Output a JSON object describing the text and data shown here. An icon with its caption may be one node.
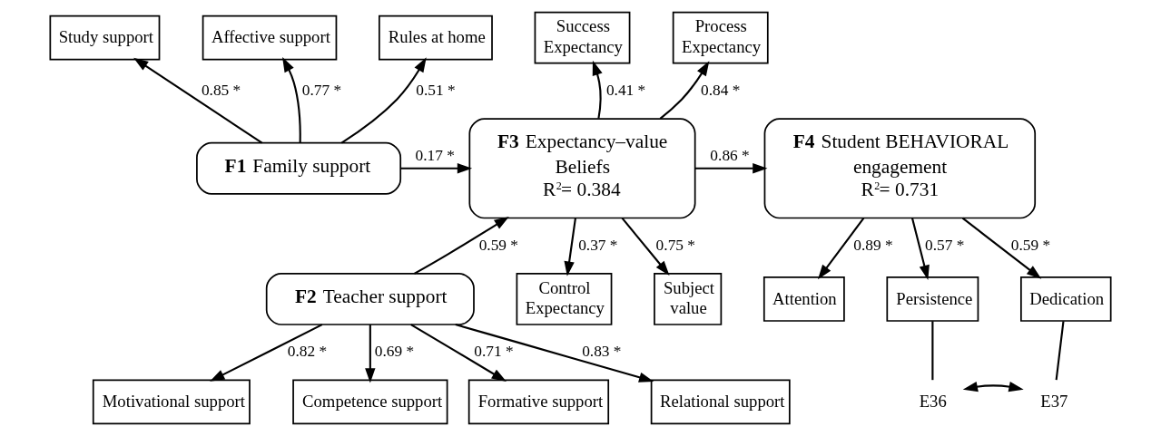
{
  "diagram": {
    "nodes": [
      {
        "text": [
          "**F1** Family support"
        ]
      },
      {
        "text": [
          "**F2** Teacher support"
        ]
      },
      {
        "text": [
          "**F3** Expectancy–value Beliefs",
          "R$^{2}$= 0.384"
        ]
      },
      {
        "text": [
          "**F4** Student BEHAVIORAL engagement",
          "R$^{2}$= 0.731"
        ]
      },
      {
        "text": [
          "Study support"
        ]
      },
      {
        "text": [
          "Affective support"
        ]
      },
      {
        "text": [
          "Rules at home"
        ]
      },
      {
        "text": [
          "Success Expectancy"
        ]
      },
      {
        "text": [
          "Process Expectancy"
        ]
      },
      {
        "text": [
          "Motivational support"
        ]
      },
      {
        "text": [
          "Formative support"
        ]
      },
      {
        "text": [
          "Relational support"
        ]
      },
      {
        "text": [
          "Competence support"
        ]
      },
      {
        "text": [
          "Control Expectancy"
        ]
      },
      {
        "text": [
          "Subject value"
        ]
      },
      {
        "text": [
          "Attention"
        ]
      },
      {
        "text": [
          "Persistence"
        ]
      },
      {
        "text": [
          "Dedication"
        ]
      },
      {
        "text": [
          "E36"
        ]
      },
      {
        "text": [
          "E37"
        ]
      }
    ],
    "edges": [
      {
        "from": 0,
        "to": 4,
        "arrow": "to",
        "label": "0.85 *"
      },
      {
        "from": 0,
        "to": 5,
        "arrow": "to",
        "label": "0.77 *"
      },
      {
        "from": 0,
        "to": 6,
        "arrow": "to",
        "label": "0.51 *"
      },
      {
        "from": 0,
        "to": 2,
        "arrow": "to",
        "label": "0.17 *"
      },
      {
        "from": 1,
        "to": 2,
        "arrow": "to",
        "label": "0.59 *"
      },
      {
        "from": 2,
        "to": 7,
        "arrow": "to",
        "label": "0.41 *"
      },
      {
        "from": 2,
        "to": 8,
        "arrow": "to",
        "label": "0.84 *"
      },
      {
        "from": 2,
        "to": 3,
        "arrow": "to",
        "label": "0.86 *"
      },
      {
        "from": 1,
        "to": 9,
        "arrow": "to",
        "label": "0.82 *"
      },
      {
        "from": 1,
        "to": 10,
        "arrow": "to",
        "label": "0.71 *"
      },
      {
        "from": 1,
        "to": 11,
        "arrow": "to",
        "label": "0.83 *"
      },
      {
        "from": 1,
        "to": 12,
        "arrow": "to",
        "label": "0.69 *"
      },
      {
        "from": 2,
        "to": 13,
        "arrow": "to",
        "label": "0.37 *"
      },
      {
        "from": 2,
        "to": 14,
        "arrow": "to",
        "label": "0.75 *"
      },
      {
        "from": 3,
        "to": 15,
        "arrow": "to",
        "label": "0.89 *"
      },
      {
        "from": 3,
        "to": 16,
        "arrow": "to",
        "label": "0.57 *"
      },
      {
        "from": 3,
        "to": 17,
        "arrow": "to",
        "label": "0.59 *"
      },
      {
        "from": 16,
        "to": 18,
        "arrow": "none"
      },
      {
        "from": 17,
        "to": 19,
        "arrow": "none"
      },
      {
        "from": 18,
        "to": 19,
        "arrow": "both"
      }
    ]
  }
}
